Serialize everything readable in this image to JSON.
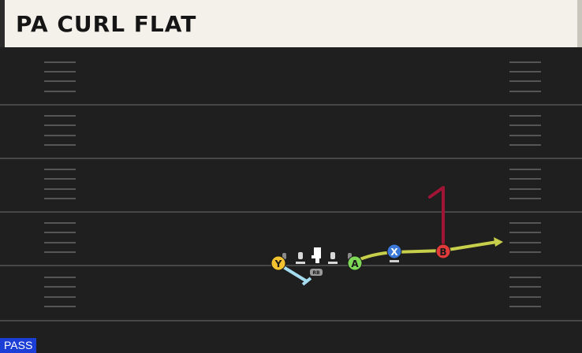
{
  "play": {
    "name": "PA CURL FLAT",
    "type_badge": "PASS"
  },
  "players": [
    {
      "label": "Y",
      "color": "#f2c230"
    },
    {
      "label": "RB",
      "color": "#9a9a9a"
    },
    {
      "label": "A",
      "color": "#7ed957"
    },
    {
      "label": "X",
      "color": "#3b78d8"
    },
    {
      "label": "B",
      "color": "#e03a3a"
    }
  ],
  "routes": {
    "route_color_primary": "#c8cf4a",
    "route_color_curl": "#a01536",
    "route_color_block": "#a6dcef"
  },
  "field": {
    "background": "#1f1f1f",
    "yard_line_color": "#4a4a4a",
    "hash_color": "#5a5a5a"
  }
}
